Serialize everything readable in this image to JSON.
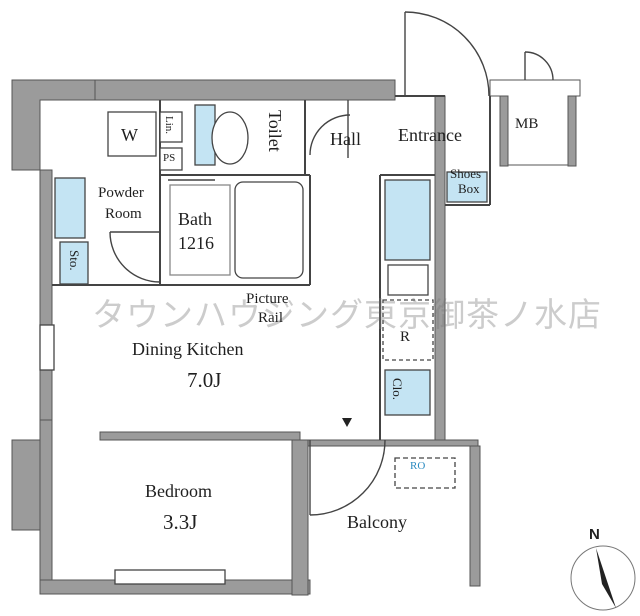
{
  "rooms": {
    "washer": "W",
    "linen": "Lin.",
    "pipe_shaft": "PS",
    "toilet": "Toilet",
    "hall": "Hall",
    "entrance": "Entrance",
    "meter_box": "MB",
    "shoes_box_line1": "Shoes",
    "shoes_box_line2": "Box",
    "powder_room_line1": "Powder",
    "powder_room_line2": "Room",
    "bath": "Bath",
    "bath_size": "1216",
    "storage": "Sto.",
    "picture_rail_line1": "Picture",
    "picture_rail_line2": "Rail",
    "refrigerator": "R",
    "closet": "Clo.",
    "dining_kitchen": "Dining Kitchen",
    "dining_kitchen_size": "7.0J",
    "bedroom": "Bedroom",
    "bedroom_size": "3.3J",
    "balcony": "Balcony",
    "outdoor_unit": "RO"
  },
  "watermark": "タウンハウジング東京御茶ノ水店",
  "compass": {
    "north": "N"
  },
  "colors": {
    "wall": "#9b9b9b",
    "wall_edge": "#555555",
    "fixture_blue": "#c4e4f3",
    "line": "#333333"
  }
}
